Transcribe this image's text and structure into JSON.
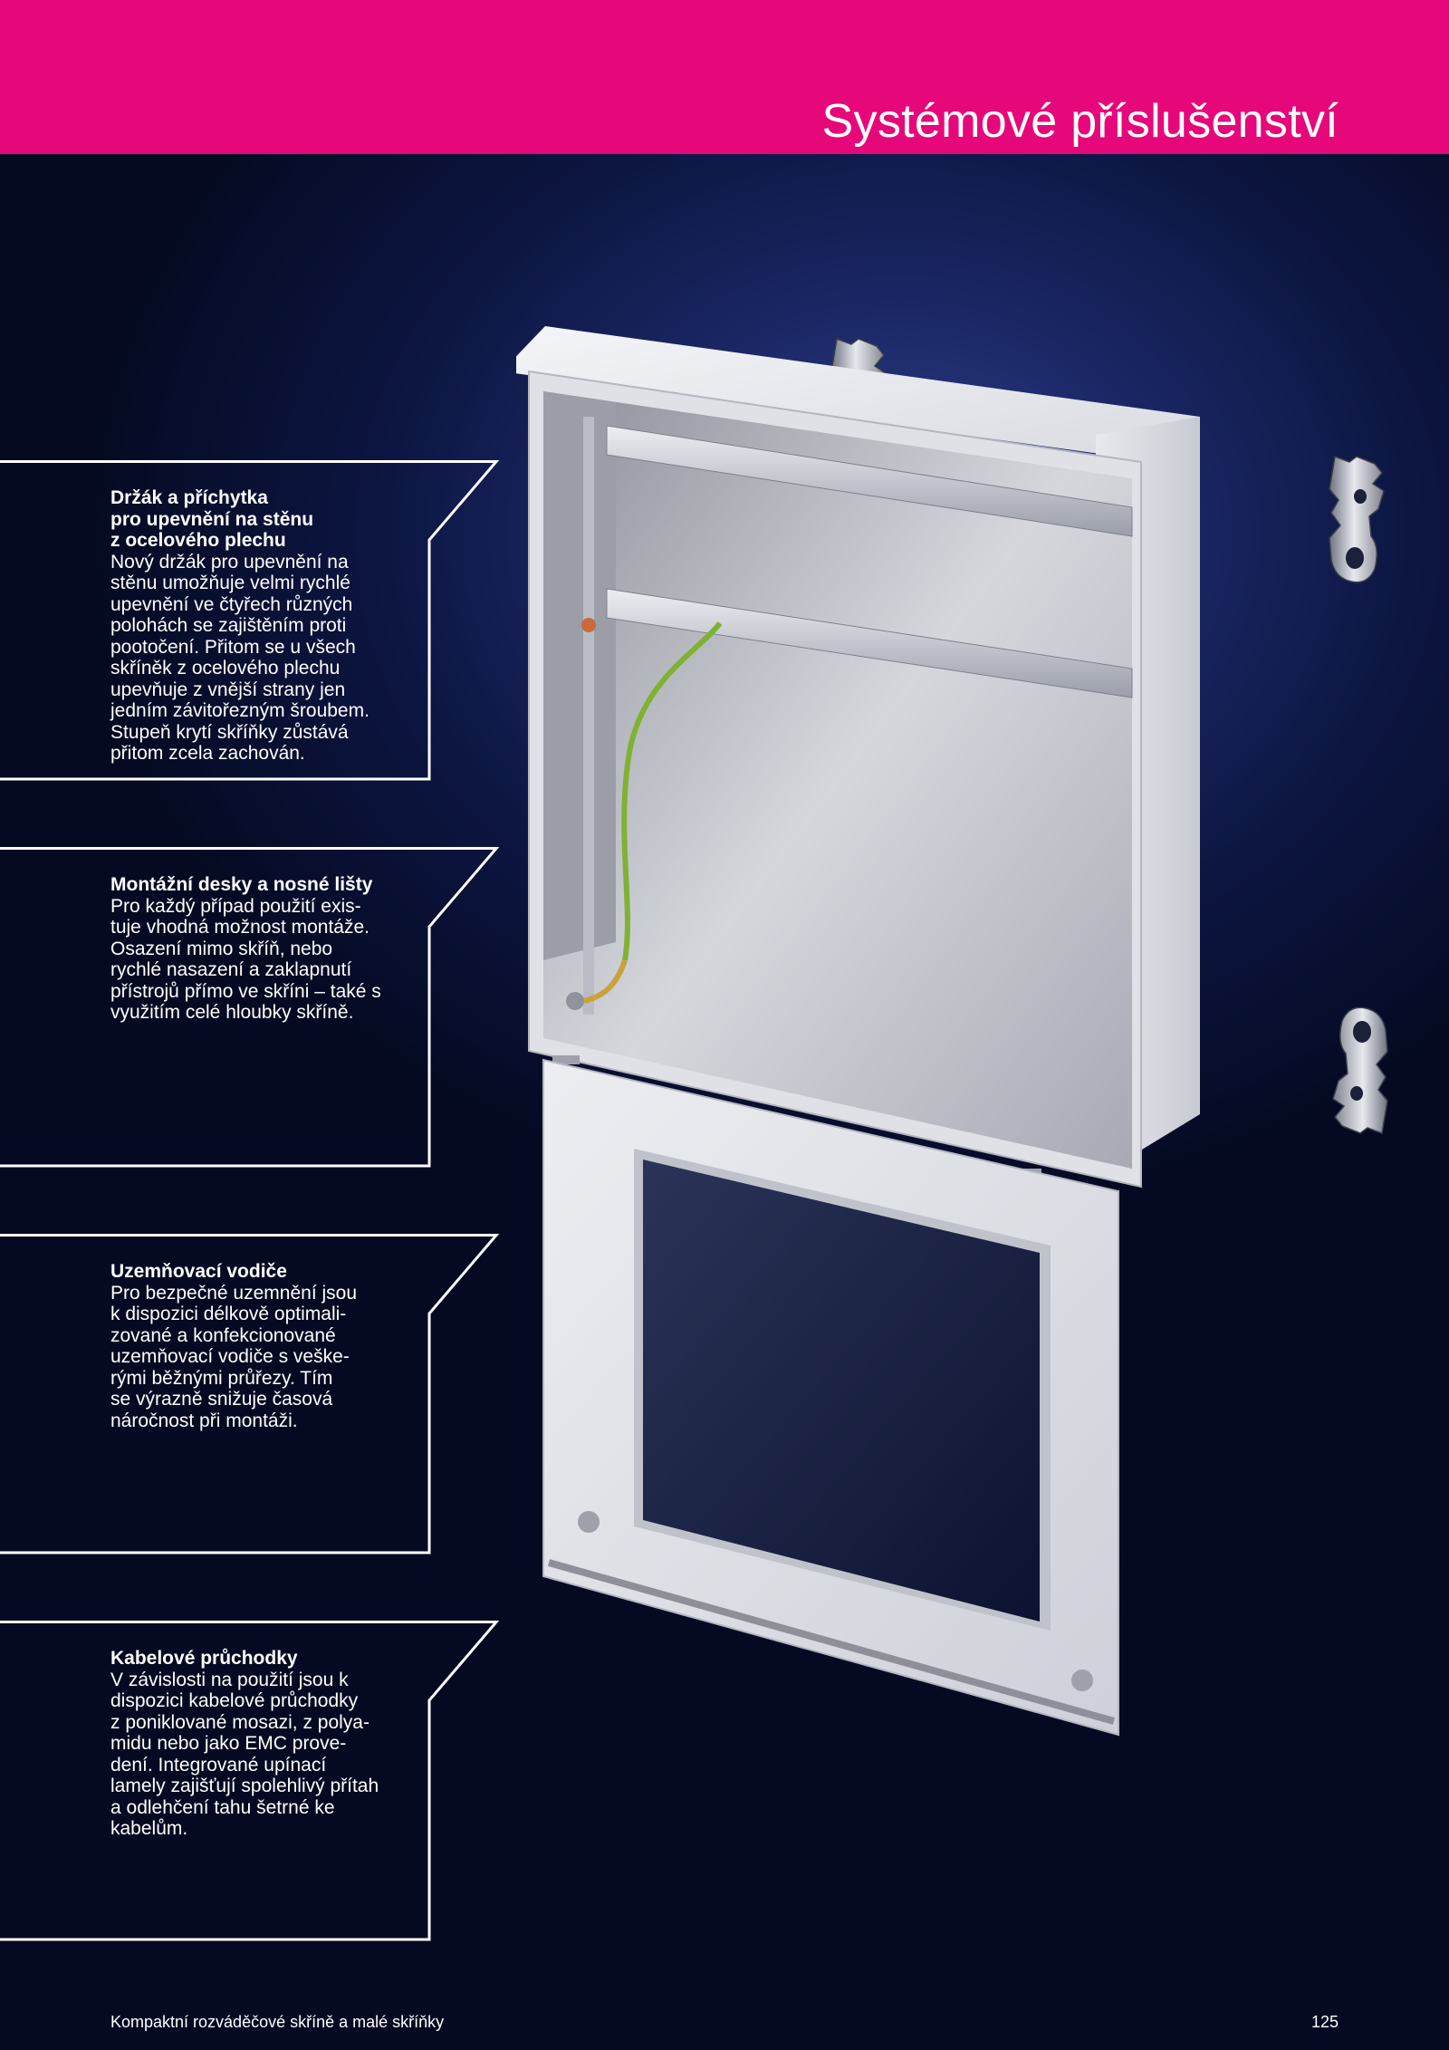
{
  "header": {
    "title": "Systémové příslušenství",
    "background": "#e6087a"
  },
  "callouts": [
    {
      "title": "Držák a příchytka\npro upevnění na stěnu\nz ocelového plechu",
      "body": "Nový držák pro upevnění na\nstěnu umožňuje velmi rychlé\nupevnění ve čtyřech různých\npolohách se zajištěním proti\npootočení. Přitom se u všech\nskříněk z ocelového plechu\nupevňuje z vnější strany jen\njedním závitořezným šroubem.\nStupeň krytí skříňky zůstává\npřitom zcela zachován."
    },
    {
      "title": "Montážní desky a nosné lišty",
      "body": "Pro každý případ použití exis-\ntuje vhodná možnost montáže.\nOsazení mimo skříň, nebo\nrychlé nasazení a zaklapnutí\npřístrojů přímo ve skříni – také s\nvyužitím celé hloubky skříně."
    },
    {
      "title": "Uzemňovací vodiče",
      "body": "Pro bezpečné uzemnění jsou\nk dispozici délkově optimali-\nzované a konfekcionované\nuzemňovací vodiče s veške-\nrými běžnými průřezy. Tím\nse výrazně snižuje časová\nnáročnost při montáži."
    },
    {
      "title": "Kabelové průchodky",
      "body": "V závislosti na použití jsou k\ndispozici kabelové průchodky\nz poniklované mosazi, z polya-\nmidu nebo jako EMC prove-\ndení. Integrované upínací\nlamely zajišťují spolehlivý přítah\na odlehčení tahu šetrné ke\nkabelům."
    }
  ],
  "footer": {
    "text": "Kompaktní rozváděčové skříně a malé skříňky",
    "page_number": "125"
  }
}
